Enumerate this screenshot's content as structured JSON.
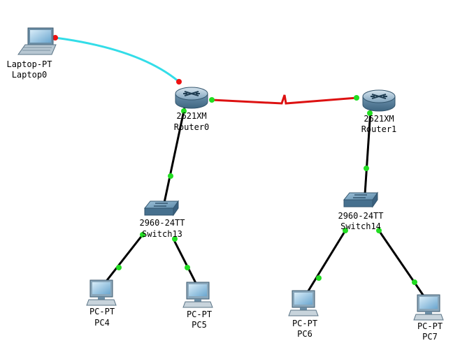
{
  "colors": {
    "console_cable": "#33dde8",
    "serial_cable": "#dd1111",
    "ethernet_cable": "#000000",
    "link_up": "#22dd22",
    "link_down": "#ee1111"
  },
  "devices": {
    "laptop0": {
      "model": "Laptop-PT",
      "name": "Laptop0",
      "icon": "laptop-icon"
    },
    "router0": {
      "model": "2621XM",
      "name": "Router0",
      "icon": "router-icon"
    },
    "router1": {
      "model": "2621XM",
      "name": "Router1",
      "icon": "router-icon"
    },
    "switch13": {
      "model": "2960-24TT",
      "name": "Switch13",
      "icon": "switch-icon"
    },
    "switch14": {
      "model": "2960-24TT",
      "name": "Switch14",
      "icon": "switch-icon"
    },
    "pc4": {
      "model": "PC-PT",
      "name": "PC4",
      "icon": "pc-icon"
    },
    "pc5": {
      "model": "PC-PT",
      "name": "PC5",
      "icon": "pc-icon"
    },
    "pc6": {
      "model": "PC-PT",
      "name": "PC6",
      "icon": "pc-icon"
    },
    "pc7": {
      "model": "PC-PT",
      "name": "PC7",
      "icon": "pc-icon"
    }
  },
  "links": [
    {
      "from": "laptop0",
      "to": "router0",
      "type": "console",
      "status": [
        "down",
        "down"
      ]
    },
    {
      "from": "router0",
      "to": "router1",
      "type": "serial",
      "status": [
        "up",
        "up"
      ]
    },
    {
      "from": "router0",
      "to": "switch13",
      "type": "ethernet",
      "status": [
        "up",
        "up"
      ]
    },
    {
      "from": "router1",
      "to": "switch14",
      "type": "ethernet",
      "status": [
        "up",
        "up"
      ]
    },
    {
      "from": "switch13",
      "to": "pc4",
      "type": "ethernet",
      "status": [
        "up",
        "up"
      ]
    },
    {
      "from": "switch13",
      "to": "pc5",
      "type": "ethernet",
      "status": [
        "up",
        "up"
      ]
    },
    {
      "from": "switch14",
      "to": "pc6",
      "type": "ethernet",
      "status": [
        "up",
        "up"
      ]
    },
    {
      "from": "switch14",
      "to": "pc7",
      "type": "ethernet",
      "status": [
        "up",
        "up"
      ]
    }
  ]
}
